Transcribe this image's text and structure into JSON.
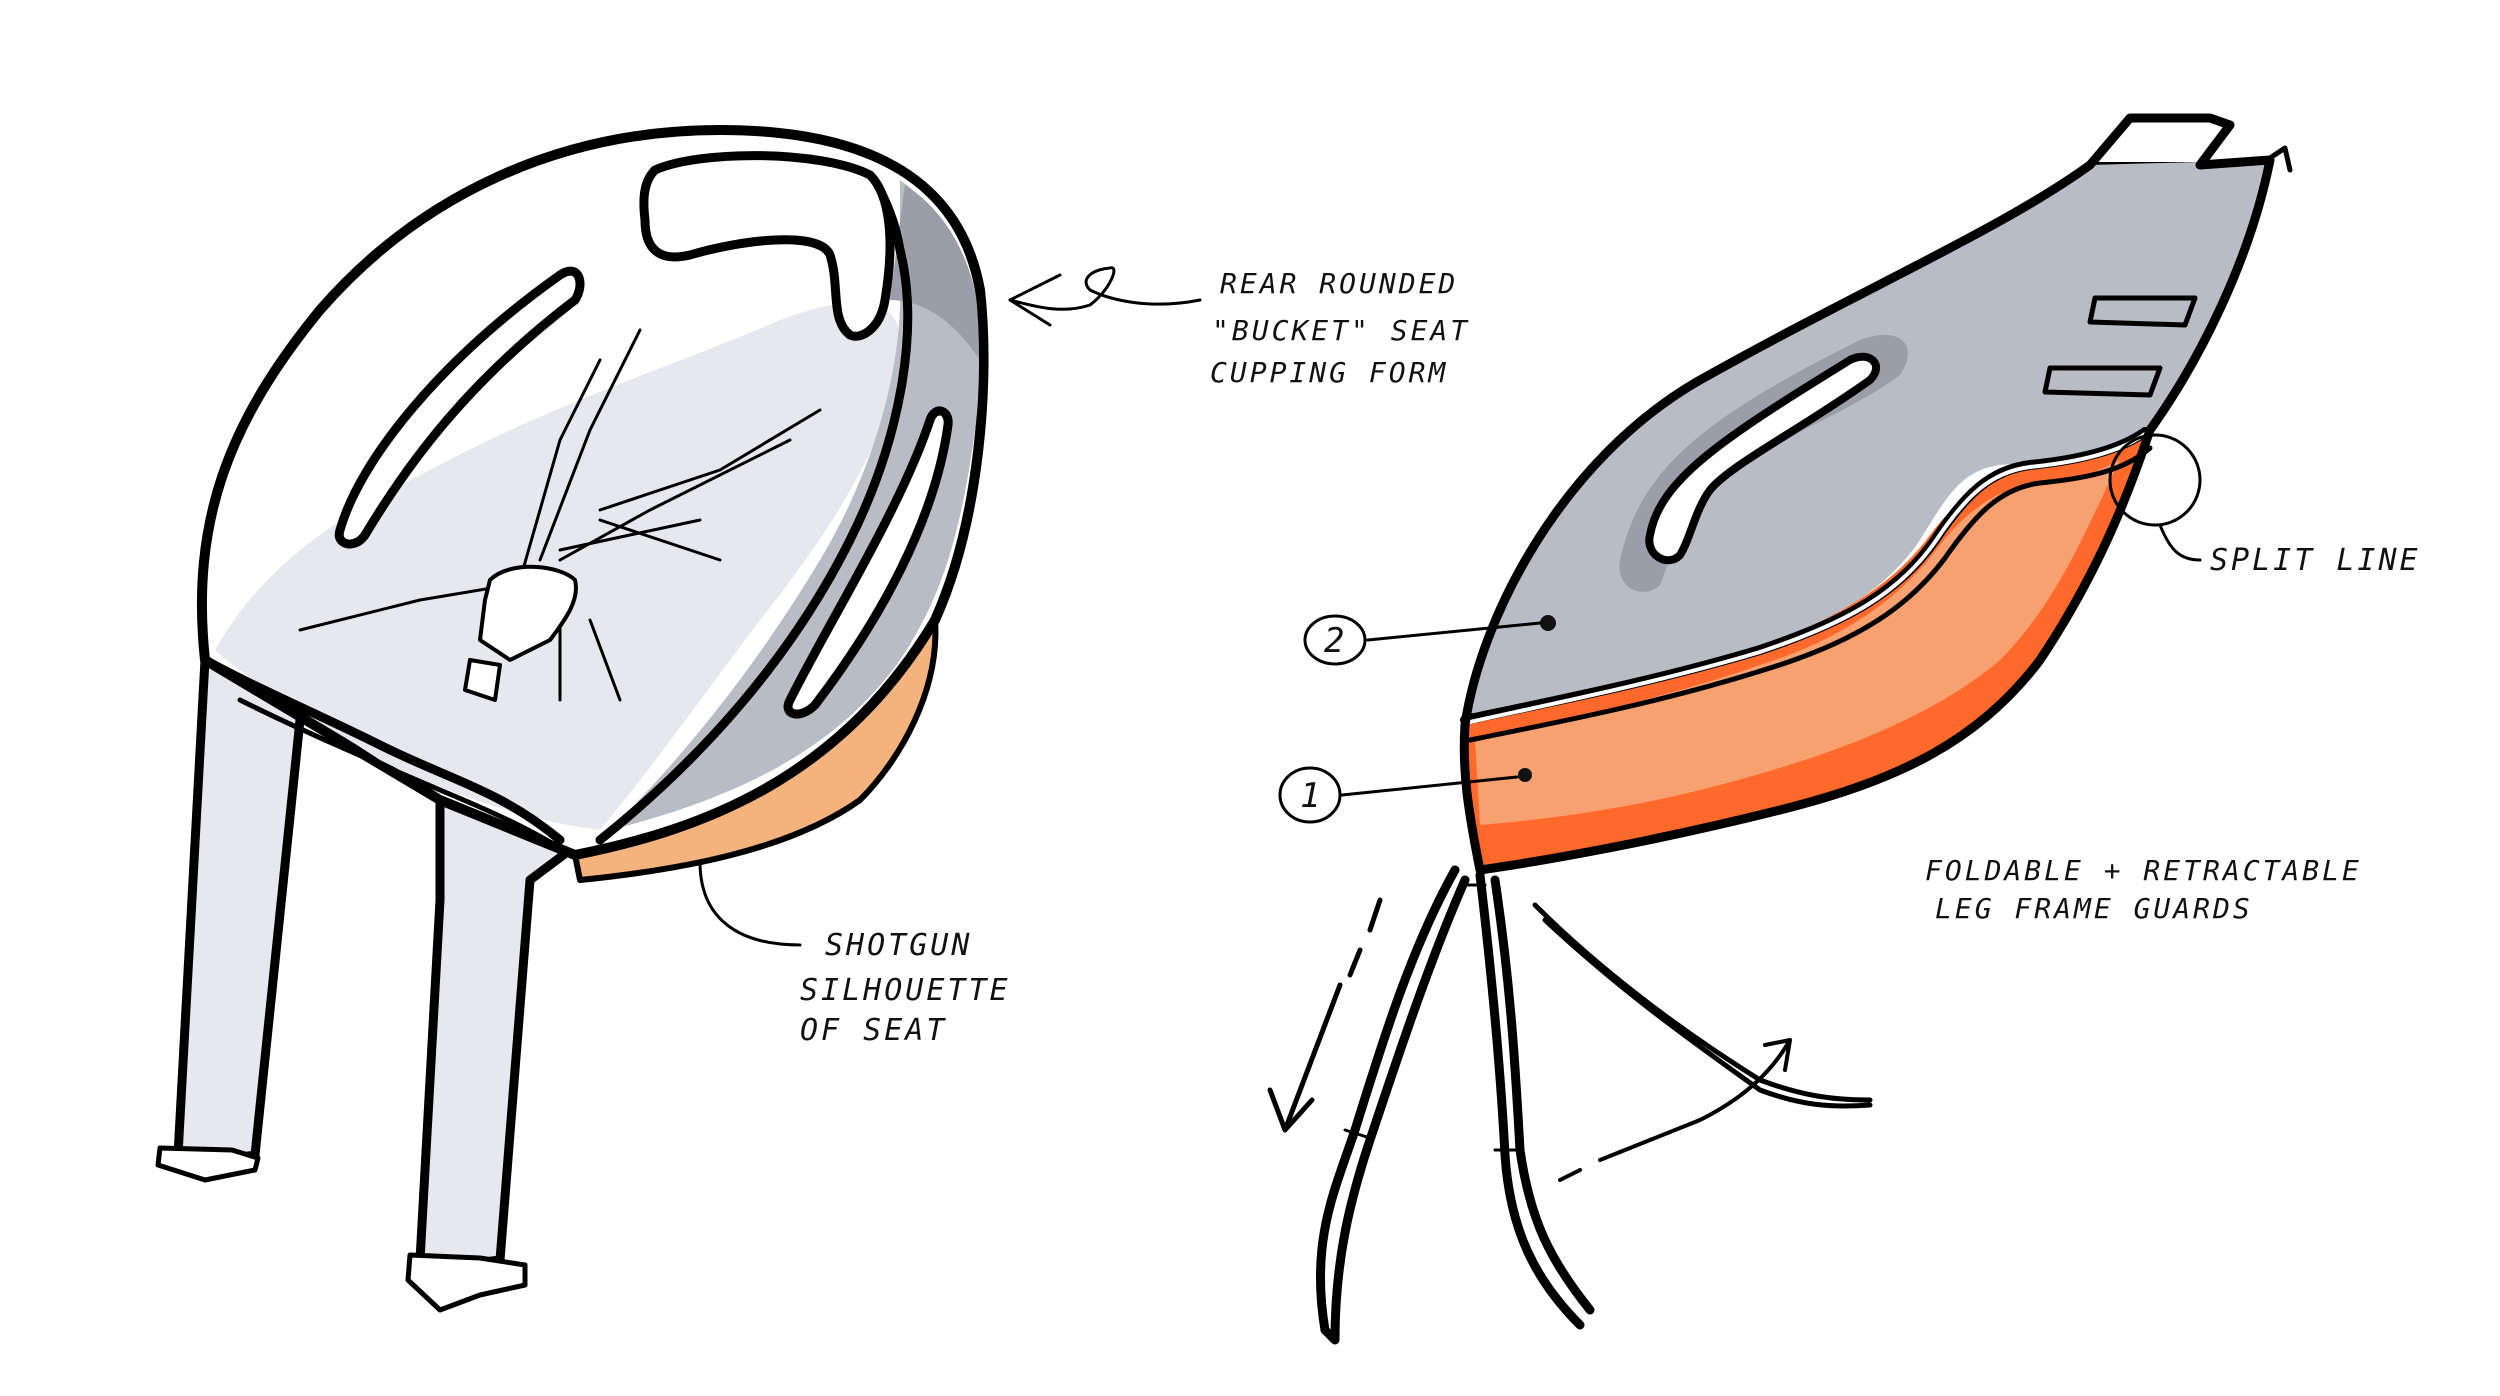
{
  "colors": {
    "background": "#ffffff",
    "ink": "#000000",
    "light_grey": "#e6e8ee",
    "mid_grey": "#b8bcc4",
    "dark_grey": "#9a9ea8",
    "orange_light": "#f7a070",
    "orange": "#ff6a2c",
    "orange_pale": "#f4b27c"
  },
  "annotations": {
    "rear_line1": "REAR ROUNDED",
    "rear_line2": "\"BUCKET\" SEAT",
    "rear_line3": "CUPPING FORM",
    "shotgun_line1": "SHOTGUN",
    "shotgun_line2": "SILHOUETTE",
    "shotgun_line3": "OF SEAT",
    "split_line": "SPLIT LINE",
    "foldable_line1": "FOLDABLE + RETRACTABLE",
    "foldable_line2": "LEG FRAME GUARDS",
    "callout_1": "1",
    "callout_2": "2"
  }
}
